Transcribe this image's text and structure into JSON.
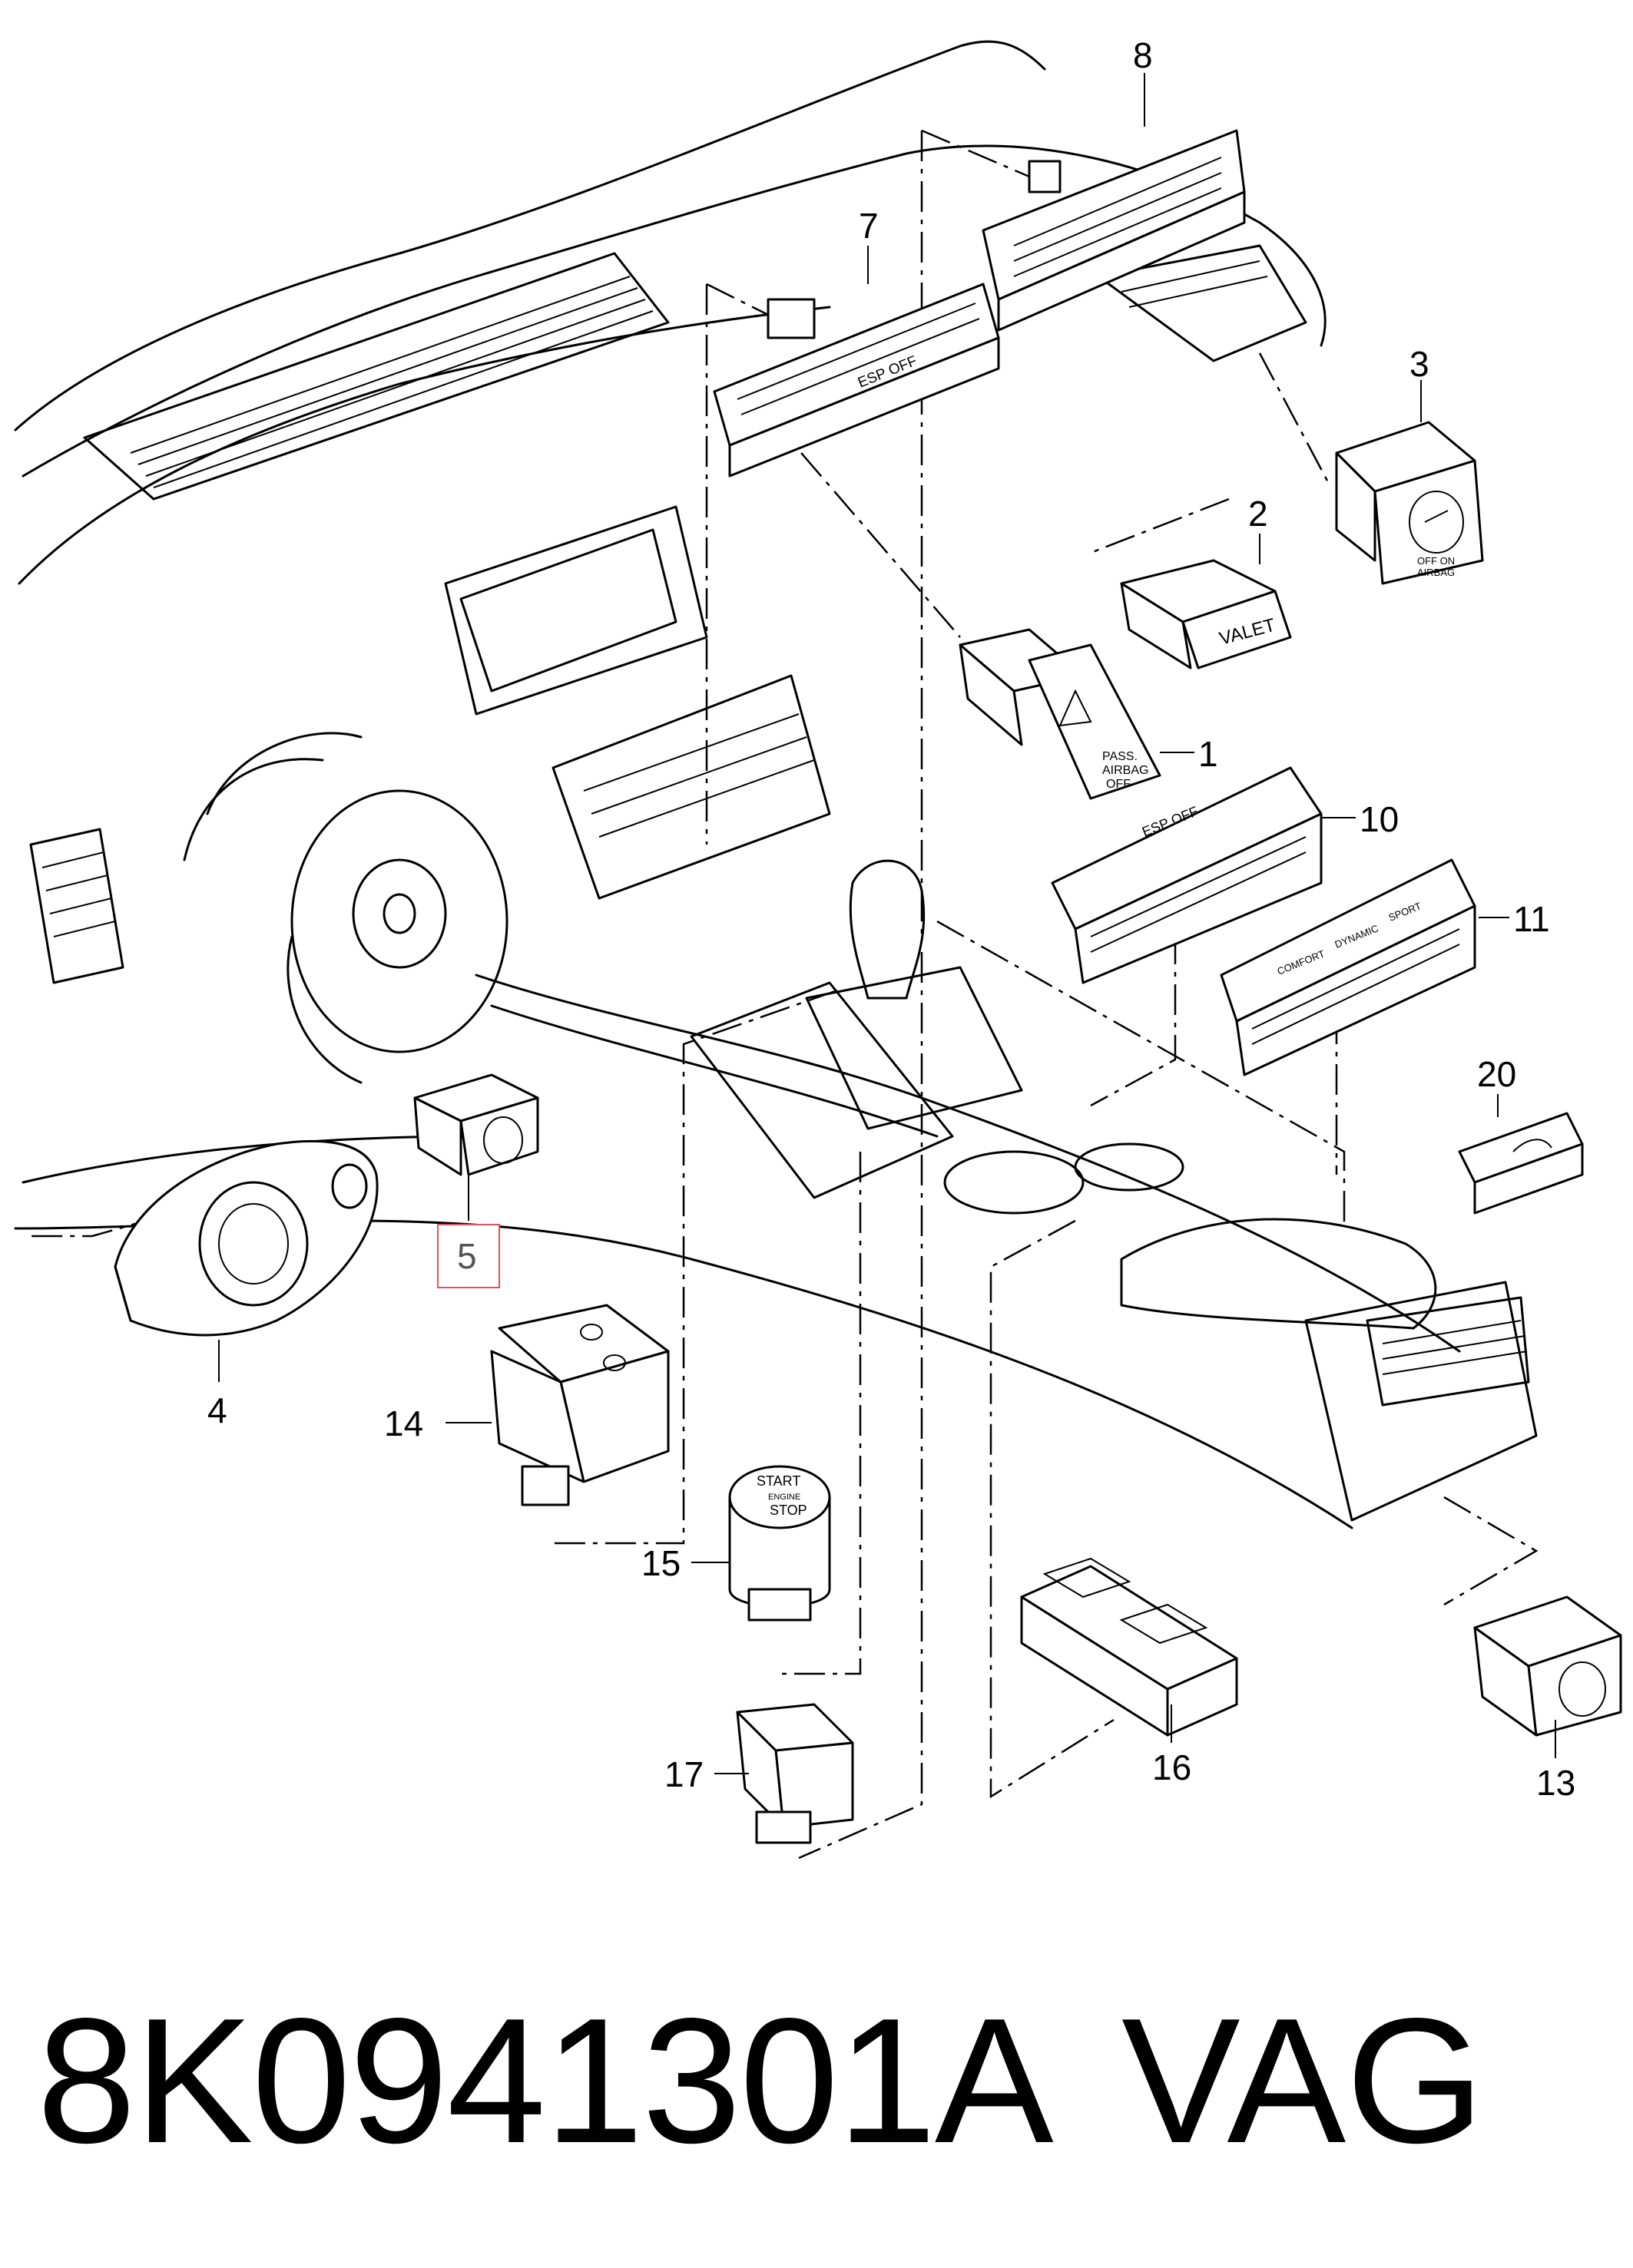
{
  "diagram": {
    "selected_part": "5",
    "callouts": [
      "1",
      "2",
      "3",
      "4",
      "5",
      "7",
      "8",
      "10",
      "11",
      "13",
      "14",
      "15",
      "16",
      "17",
      "20"
    ],
    "labels": {
      "pass_airbag_off": [
        "PASS.",
        "AIRBAG",
        "OFF"
      ],
      "valet": "VALET",
      "airbag_off_on": [
        "OFF ON",
        "AIRBAG"
      ],
      "esp_off_7": "ESP OFF",
      "esp_off_10": "ESP OFF",
      "drive_select": [
        "COMFORT",
        "DYNAMIC",
        "SPORT"
      ],
      "start_stop": [
        "START",
        "ENGINE",
        "STOP"
      ]
    },
    "accent_color": "#e05060"
  },
  "footer": {
    "part_number": "8K0941301A",
    "brand": "VAG"
  }
}
